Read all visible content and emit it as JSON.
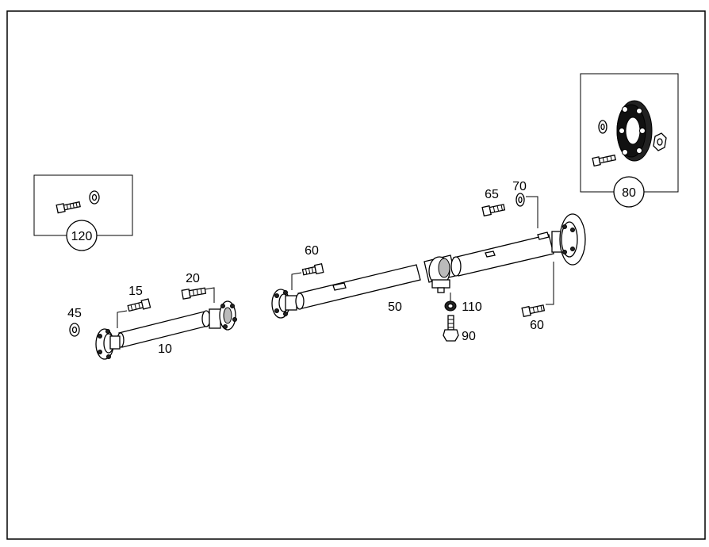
{
  "labels": {
    "p10": "10",
    "p15": "15",
    "p20": "20",
    "p45": "45",
    "p50": "50",
    "p60_top": "60",
    "p60_right": "60",
    "p65": "65",
    "p70": "70",
    "p80": "80",
    "p90": "90",
    "p110": "110",
    "p120": "120"
  }
}
